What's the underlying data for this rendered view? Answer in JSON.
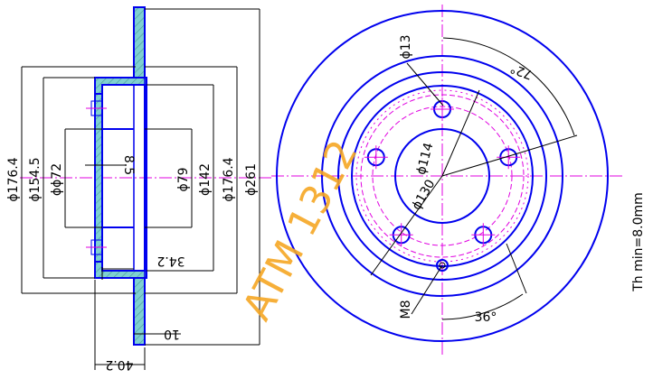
{
  "colors": {
    "outline": "#0000ee",
    "centerline": "#e000e0",
    "dimension": "#000000",
    "section_fill": "#7fd0d0",
    "watermark": "#f5a623"
  },
  "side_view": {
    "dim_d176_4_left": "ϕ176.4",
    "dim_d154_5": "ϕ154.5",
    "dim_d72": "ϕϕ72",
    "dim_8_5": "8.5",
    "dim_d79": "ϕ79",
    "dim_d142": "ϕ142",
    "dim_d176_4_right": "ϕ176.4",
    "dim_d261": "ϕ261",
    "dim_34_2": "34.2",
    "dim_10": "10",
    "dim_40_2": "40.2"
  },
  "front_view": {
    "dim_hole_d13": "ϕ13",
    "dim_angle_72": "72°",
    "dim_pcd_114": "ϕ114",
    "dim_pcd_130": "ϕ130",
    "dim_m8": "M8",
    "dim_angle_36": "36°",
    "thickness_min": "Th min=8.0mm",
    "bolt_holes": [
      {
        "angle_deg": -90
      },
      {
        "angle_deg": -18
      },
      {
        "angle_deg": 54
      },
      {
        "angle_deg": 126
      },
      {
        "angle_deg": 198
      }
    ]
  },
  "watermark": "ATM 1312"
}
